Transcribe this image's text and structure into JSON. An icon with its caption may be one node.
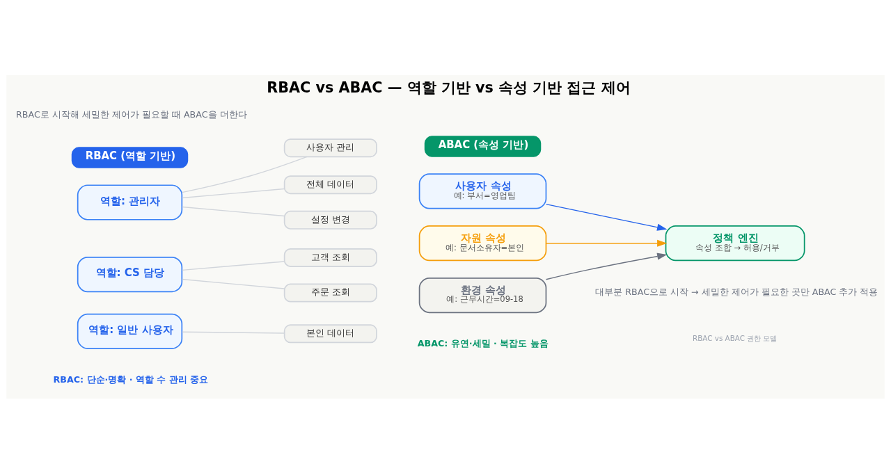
{
  "diagram": {
    "title": "RBAC vs ABAC — 역할 기반 vs 속성 기반 접근 제어",
    "nodes": [
      {
        "text": [
          "RBAC (역할 기반)"
        ]
      },
      {
        "text": [
          "역할: 관리자"
        ]
      },
      {
        "text": [
          "사용자 관리"
        ]
      },
      {
        "text": [
          "전체 데이터"
        ]
      },
      {
        "text": [
          "설정 변경"
        ]
      },
      {
        "text": [
          "역할: CS 담당"
        ]
      },
      {
        "text": [
          "고객 조회"
        ]
      },
      {
        "text": [
          "주문 조회"
        ]
      },
      {
        "text": [
          "역할: 일반 사용자"
        ]
      },
      {
        "text": [
          "본인 데이터"
        ]
      },
      {
        "text": [
          "ABAC (속성 기반)"
        ]
      },
      {
        "text": [
          "사용자 속성",
          "예: 부서=영업팀"
        ]
      },
      {
        "text": [
          "자원 속성",
          "예: 문서소유자=본인"
        ]
      },
      {
        "text": [
          "환경 속성",
          "예: 근무시간=09-18"
        ]
      },
      {
        "text": [
          "정책 엔진",
          "속성 조합 → 허용/거부"
        ]
      }
    ],
    "edges": [
      {
        "from": 1,
        "to": 2,
        "arrow": "none"
      },
      {
        "from": 1,
        "to": 3,
        "arrow": "none"
      },
      {
        "from": 1,
        "to": 4,
        "arrow": "none"
      },
      {
        "from": 5,
        "to": 6,
        "arrow": "none"
      },
      {
        "from": 5,
        "to": 7,
        "arrow": "none"
      },
      {
        "from": 8,
        "to": 9,
        "arrow": "none"
      },
      {
        "from": 11,
        "to": 14,
        "arrow": "to",
        "color": "#2563eb"
      },
      {
        "from": 12,
        "to": 14,
        "arrow": "to",
        "color": "#f59e0b"
      },
      {
        "from": 13,
        "to": 14,
        "arrow": "to",
        "color": "#6b7280"
      }
    ],
    "labels": [
      "RBAC로 시작해 세밀한 제어가 필요할 때 ABAC을 더한다",
      "RBAC: 단순·명확 · 역할 수 관리 중요",
      "ABAC: 유연·세밀 · 복잡도 높음",
      "대부분 RBAC으로 시작 → 세밀한 제어가 필요한 곳만 ABAC 추가 적용",
      "RBAC vs ABAC 권한 모델"
    ]
  }
}
